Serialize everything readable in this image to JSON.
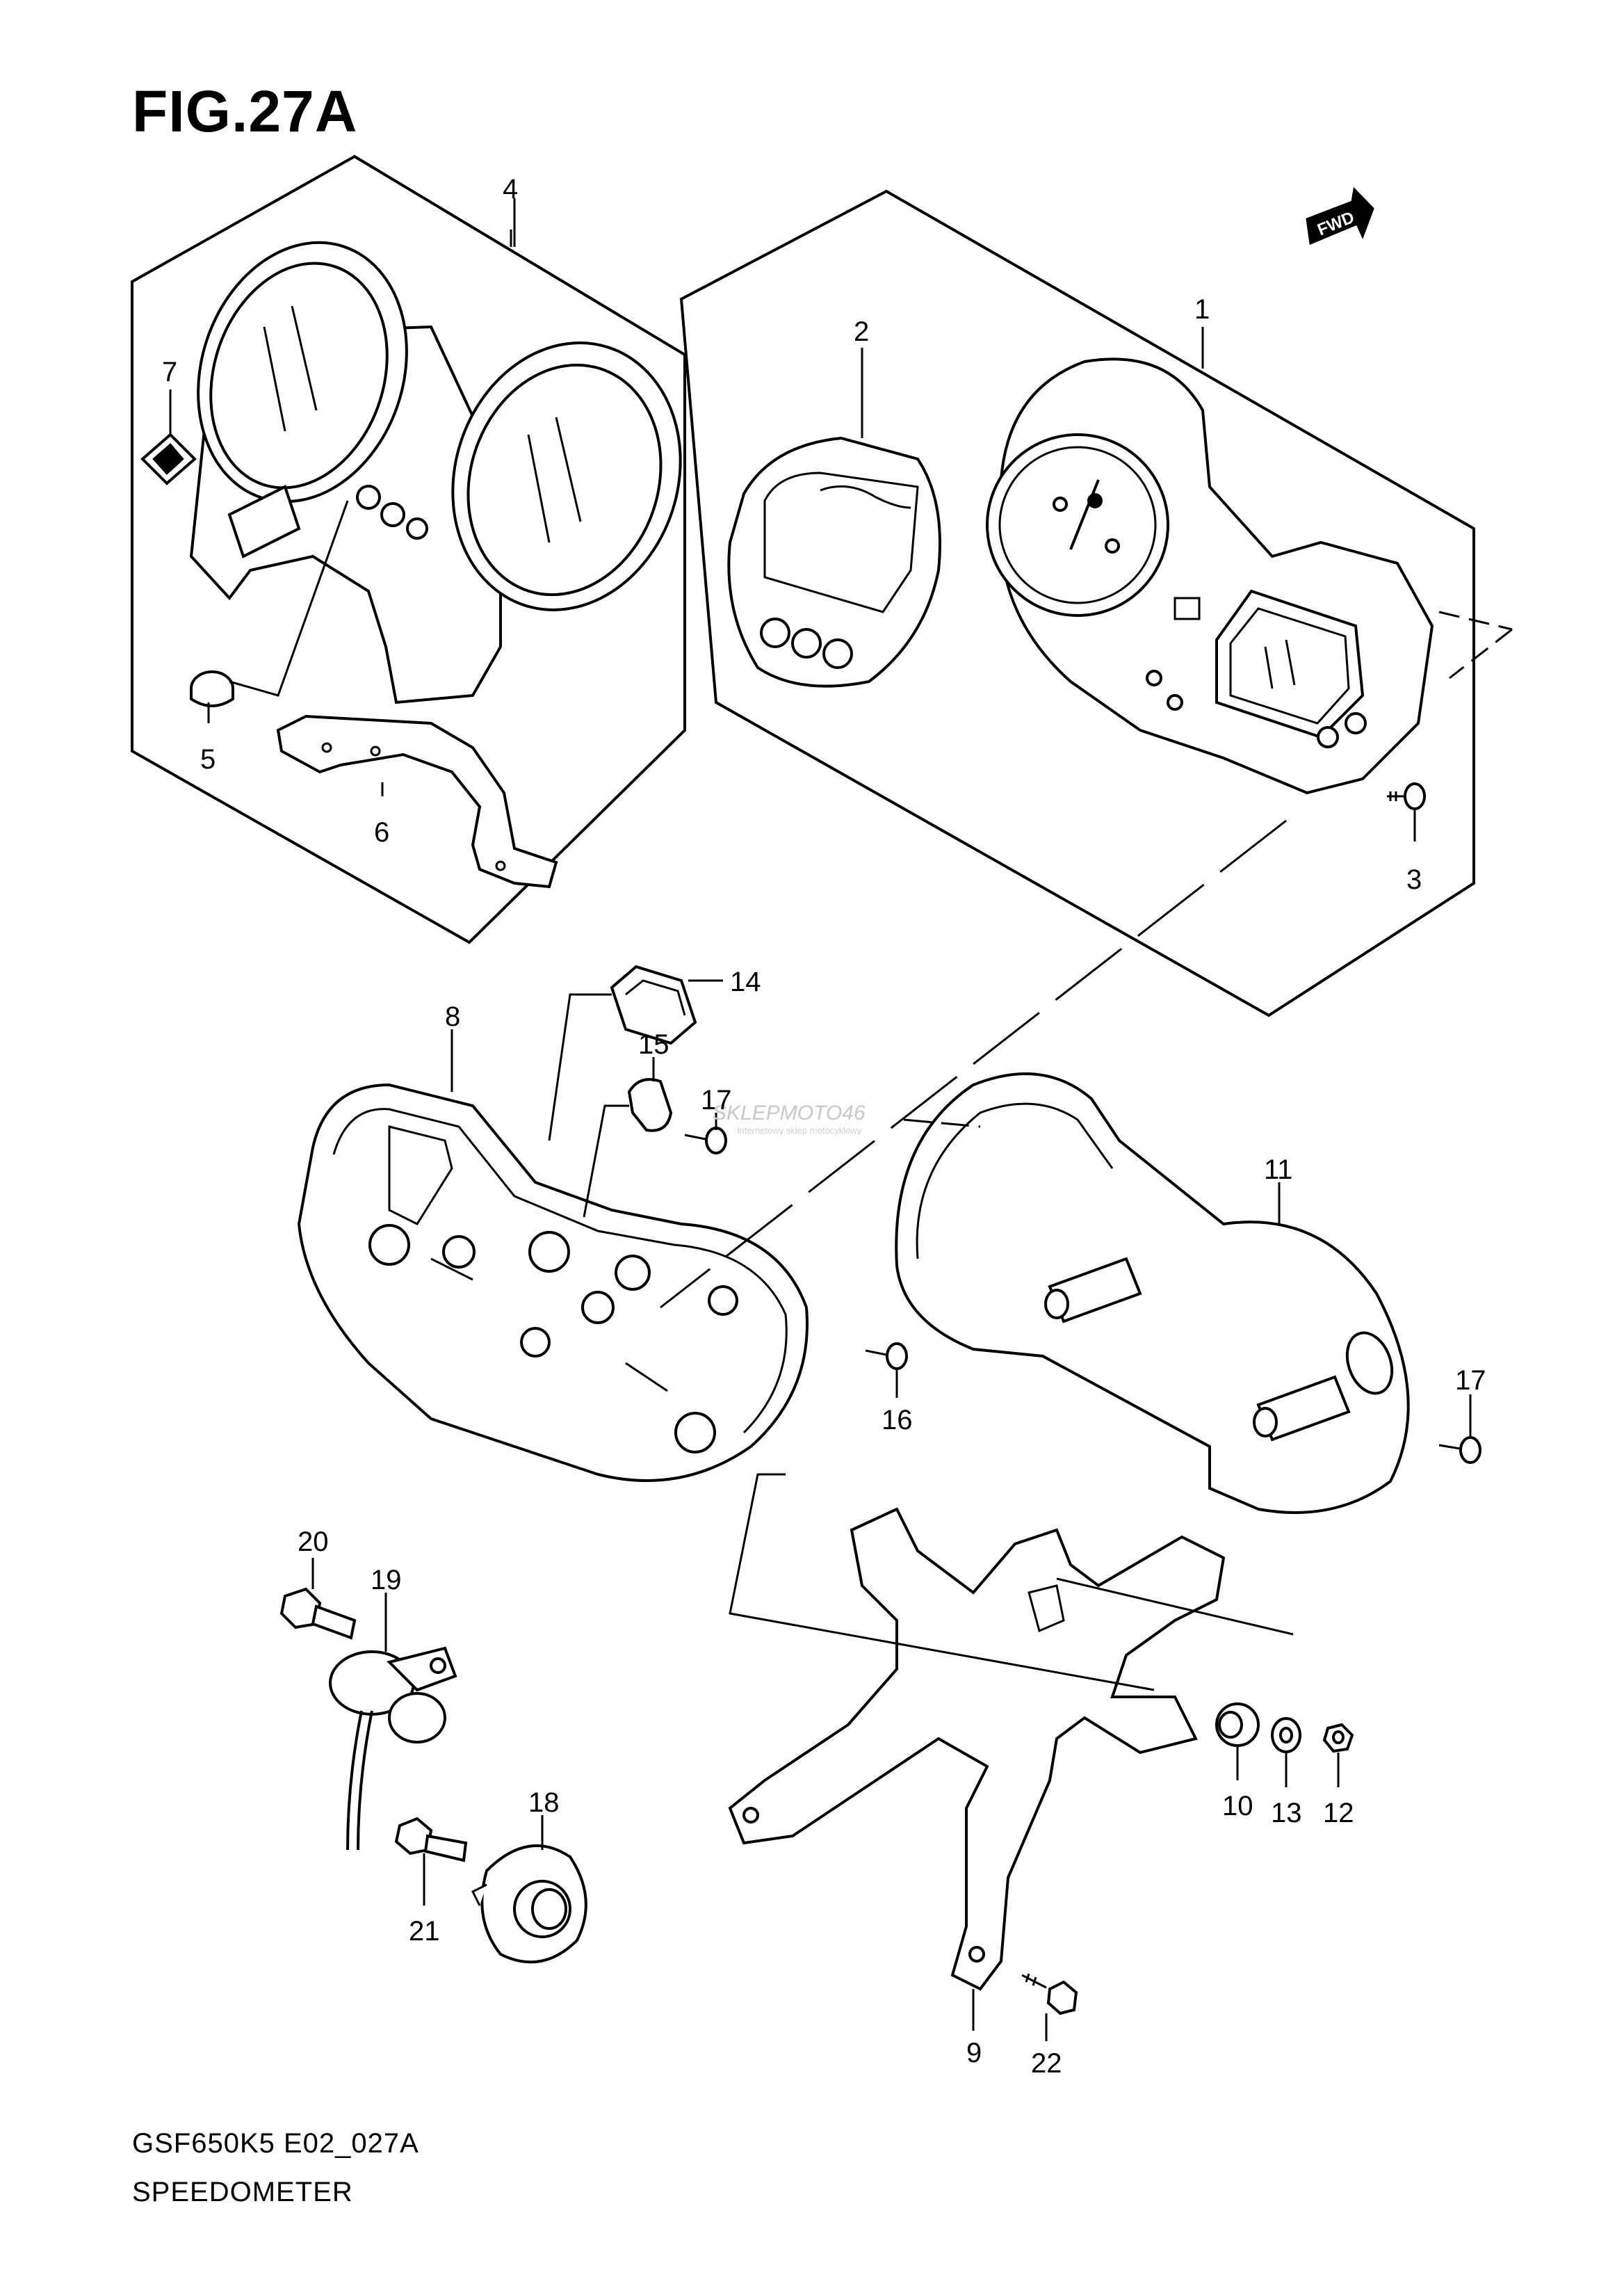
{
  "figure": {
    "title": "FIG.27A",
    "model_code": "GSF650K5 E02_027A",
    "section_name": "SPEEDOMETER",
    "direction_badge": "FWD"
  },
  "watermark": {
    "text": "SKLEPMOTO46",
    "subtext": "Internetowy sklep motocyklowy"
  },
  "callouts": [
    "1",
    "2",
    "3",
    "4",
    "5",
    "6",
    "7",
    "8",
    "9",
    "10",
    "11",
    "12",
    "13",
    "14",
    "15",
    "16",
    "17",
    "17",
    "18",
    "19",
    "20",
    "21",
    "22"
  ]
}
